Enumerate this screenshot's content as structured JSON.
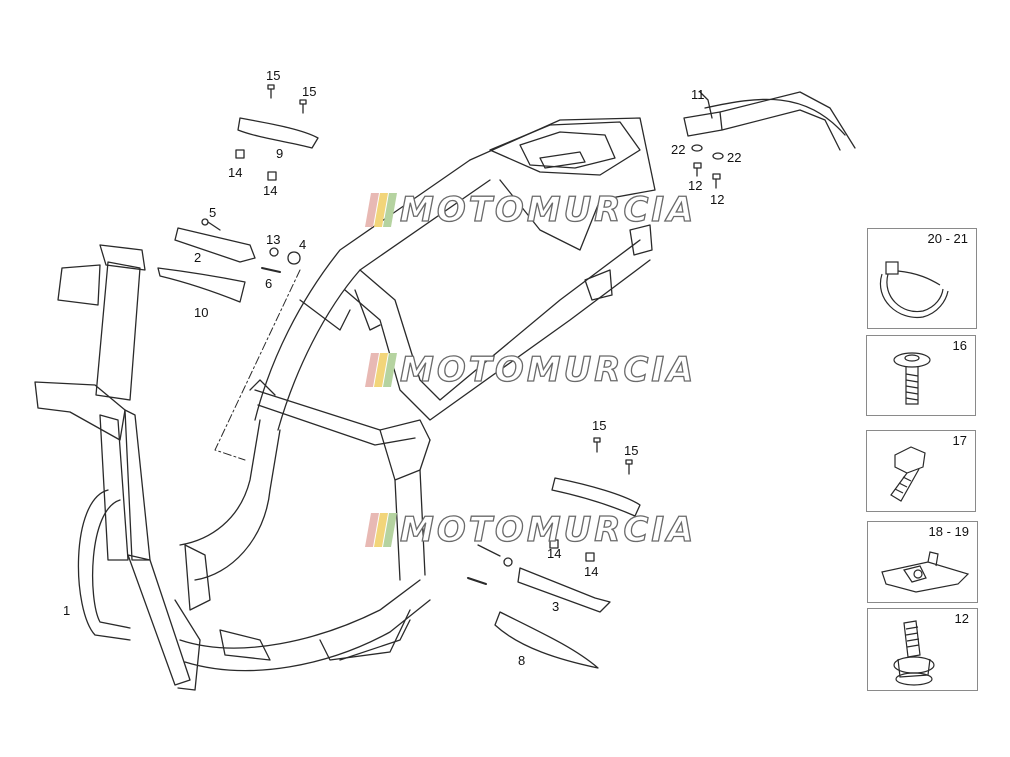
{
  "watermark": {
    "text": "MOTOMURCIA",
    "colors": [
      "#e8b9b4",
      "#f2d57a",
      "#b5d3a0"
    ]
  },
  "labels": {
    "l1": "1",
    "l2": "2",
    "l3": "3",
    "l4": "4",
    "l5": "5",
    "l6": "6",
    "l8": "8",
    "l9": "9",
    "l10": "10",
    "l11": "11",
    "l12a": "12",
    "l12b": "12",
    "l13": "13",
    "l14a": "14",
    "l14b": "14",
    "l14c": "14",
    "l14d": "14",
    "l15a": "15",
    "l15b": "15",
    "l15c": "15",
    "l15d": "15",
    "l22a": "22",
    "l22b": "22"
  },
  "insets": {
    "clamp": "20 - 21",
    "screw": "16",
    "bolt": "17",
    "clip": "18 - 19",
    "flange_bolt": "12"
  }
}
